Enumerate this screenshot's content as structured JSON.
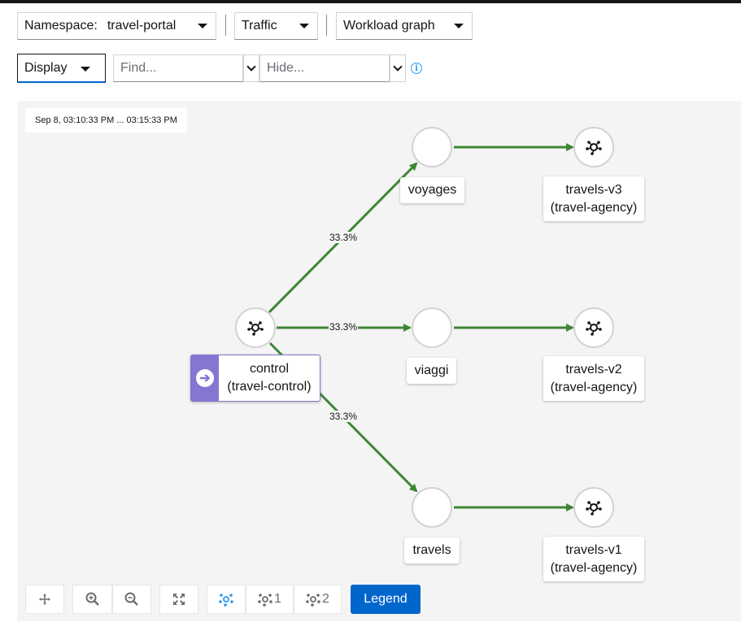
{
  "toolbar": {
    "namespace_label": "Namespace:",
    "namespace_value": "travel-portal",
    "traffic_label": "Traffic",
    "graph_type_label": "Workload graph",
    "display_label": "Display",
    "find_placeholder": "Find...",
    "hide_placeholder": "Hide...",
    "info_icon": "info-circle-icon"
  },
  "graph": {
    "timestamp": "Sep 8, 03:10:33 PM ... 03:15:33 PM",
    "edge_color": "#3e8635",
    "control_color": "#8476d1",
    "nodes": {
      "control": {
        "line1": "control",
        "line2": "(travel-control)",
        "icon": "workload-icon"
      },
      "voyages": {
        "line1": "voyages"
      },
      "viaggi": {
        "line1": "viaggi"
      },
      "travels": {
        "line1": "travels"
      },
      "travels_v3": {
        "line1": "travels-v3",
        "line2": "(travel-agency)",
        "icon": "workload-icon"
      },
      "travels_v2": {
        "line1": "travels-v2",
        "line2": "(travel-agency)",
        "icon": "workload-icon"
      },
      "travels_v1": {
        "line1": "travels-v1",
        "line2": "(travel-agency)",
        "icon": "workload-icon"
      }
    },
    "edges": {
      "control_voyages": "33.3%",
      "control_viaggi": "33.3%",
      "control_travels": "33.3%"
    }
  },
  "controls": {
    "pan_icon": "move-icon",
    "zoom_in_icon": "zoom-in-icon",
    "zoom_out_icon": "zoom-out-icon",
    "fit_icon": "expand-icon",
    "layout_default_icon": "topology-icon",
    "layout_1_label": "1",
    "layout_2_label": "2",
    "legend_label": "Legend",
    "accent": "#0066cc"
  }
}
